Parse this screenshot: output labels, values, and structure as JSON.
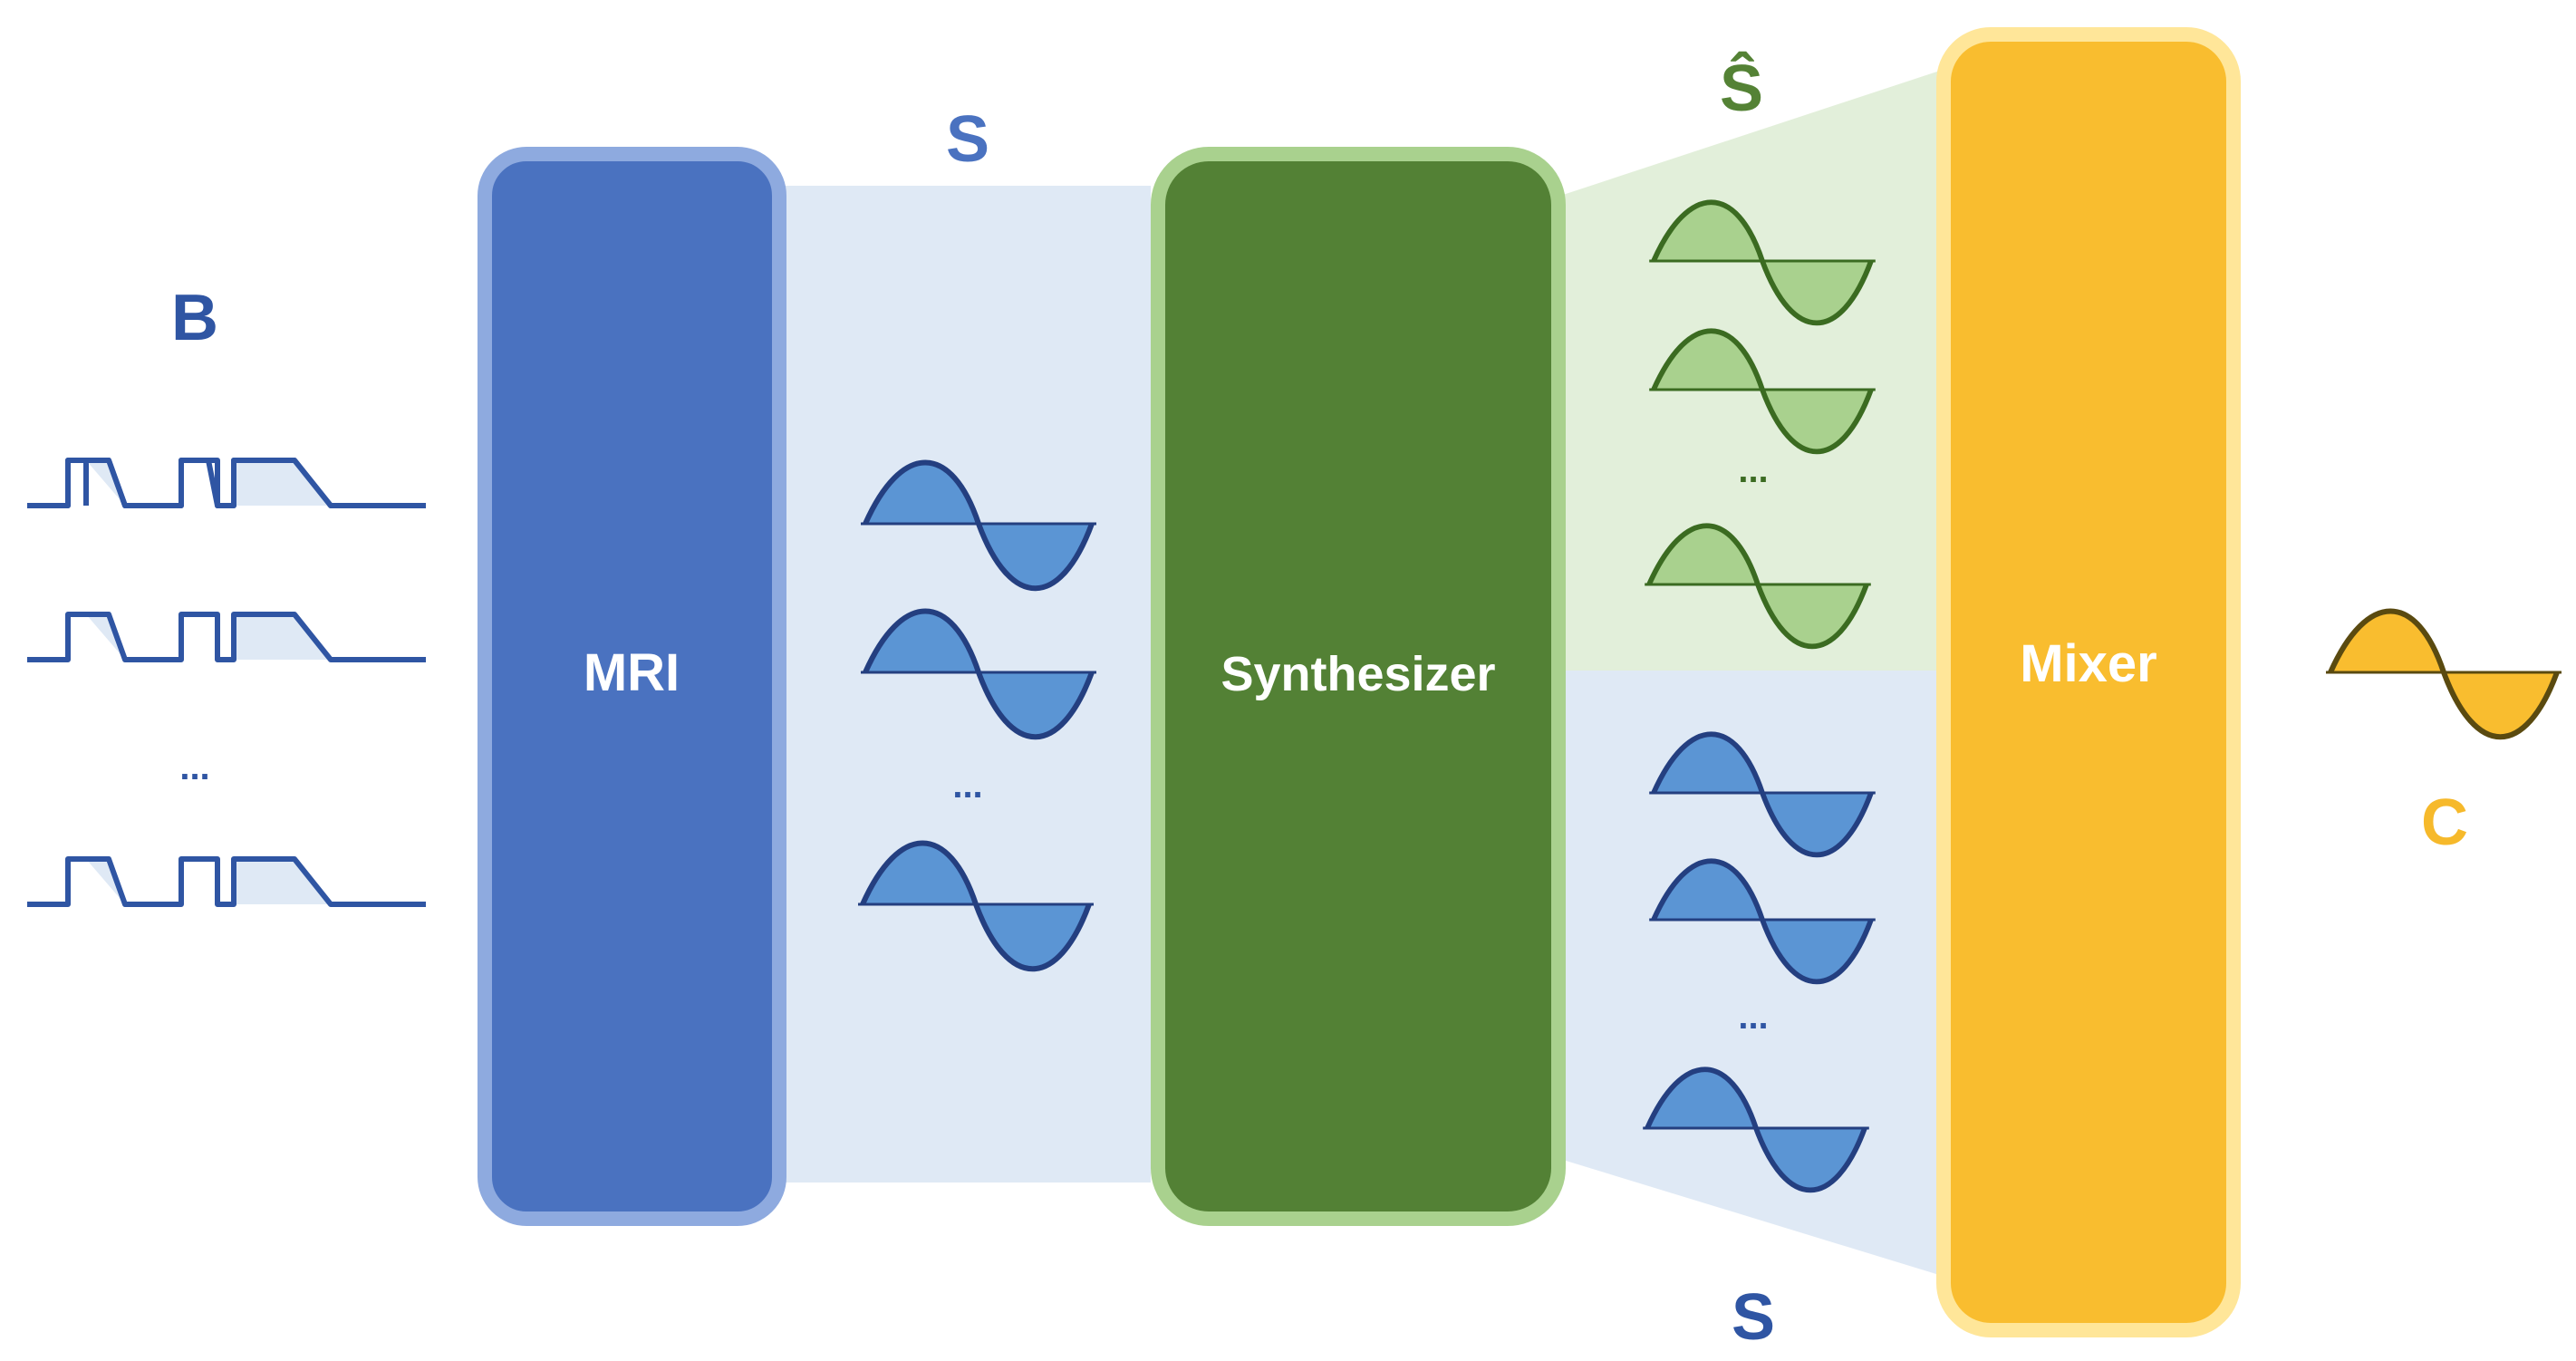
{
  "labels": {
    "b": "B",
    "s_top": "S",
    "s_hat": "Ŝ",
    "s_bottom": "S",
    "c": "C",
    "mri": "MRI",
    "synthesizer": "Synthesizer",
    "mixer": "Mixer",
    "ellipsis": "..."
  },
  "colors": {
    "blue_box": "#4a72c0",
    "blue_border": "#8eaadf",
    "blue_band": "#dfe9f5",
    "blue_text": "#2f55a3",
    "blue_wave_fill": "#5b95d4",
    "blue_wave_stroke": "#243f80",
    "green_box": "#538135",
    "green_border": "#a9d18e",
    "green_band": "#e2efda",
    "green_text": "#548235",
    "green_wave_fill": "#a9d18e",
    "green_wave_stroke": "#3b6b21",
    "yellow_box": "#f9bd2f",
    "yellow_border": "#ffe699",
    "yellow_text": "#f6b92b",
    "pulse_stroke": "#2f55a3"
  },
  "icons": {
    "pulse": "pulse-sequence-icon",
    "wave": "sine-wave-icon"
  }
}
